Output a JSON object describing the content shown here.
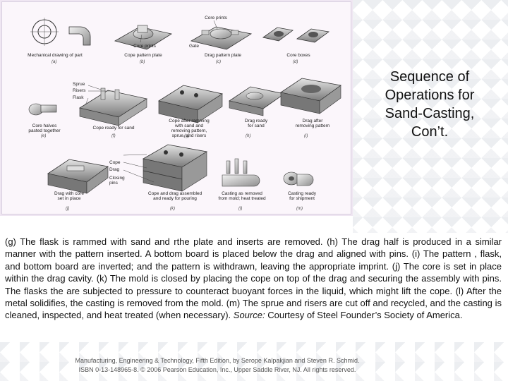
{
  "title_lines": [
    "Sequence of",
    "Operations for",
    "Sand-Casting,",
    "Con’t."
  ],
  "figure": {
    "labels": {
      "a": "Mechanical drawing of part",
      "b": "Cope pattern plate",
      "b_core_prints": "Core prints",
      "c": "Drag pattern plate",
      "c_core_prints": "Core prints",
      "c_gate": "Gate",
      "d": "Core boxes",
      "e": "Core halves\npasted together",
      "f_sprue": "Sprue",
      "f_risers": "Risers",
      "f_flask": "Flask",
      "f": "Cope ready for sand",
      "g": "Cope after ramming\nwith sand and\nremoving pattern,\nsprue, and risers",
      "h": "Drag ready\nfor sand",
      "i": "Drag after\nremoving pattern",
      "j": "Drag with core\nset in place",
      "k_cope": "Cope",
      "k_drag": "Drag",
      "k_pins": "Closing\npins",
      "k": "Cope and drag assembled\nand ready for pouring",
      "l": "Casting as removed\nfrom mold; heat treated",
      "m": "Casting ready\nfor shipment"
    },
    "letters": [
      "(a)",
      "(b)",
      "(c)",
      "(d)",
      "(e)",
      "(f)",
      "(g)",
      "(h)",
      "(i)",
      "(j)",
      "(k)",
      "(l)",
      "(m)"
    ]
  },
  "caption": {
    "body": "(g) The flask is rammed with sand and rthe plate and inserts are removed. (h) The drag half is produced in a similar manner with the pattern inserted. A bottom board is placed below the drag and aligned with pins. (i) The pattern , flask, and bottom board are inverted; and the pattern is withdrawn, leaving the appropriate imprint. (j) The core is set in place within the drag cavity. (k) The mold is closed by placing the cope on top of the drag and securing the assembly with pins. The flasks the are subjected to pressure to counteract buoyant forces in the liquid, which might lift the cope. (l) After the metal solidifies, the casting is removed from the mold. (m) The sprue and risers are cut off and recycled, and the casting is cleaned, inspected, and heat treated (when necessary).",
    "source_label": "Source:",
    "source_text": "Courtesy of Steel Founder’s Society of America."
  },
  "footer": {
    "line1": "Manufacturing, Engineering & Technology, Fifth Edition, by Serope Kalpakjian and Steven R. Schmid.",
    "line2": "ISBN 0-13-148965-8. © 2006 Pearson Education, Inc., Upper Saddle River, NJ. All rights reserved."
  }
}
